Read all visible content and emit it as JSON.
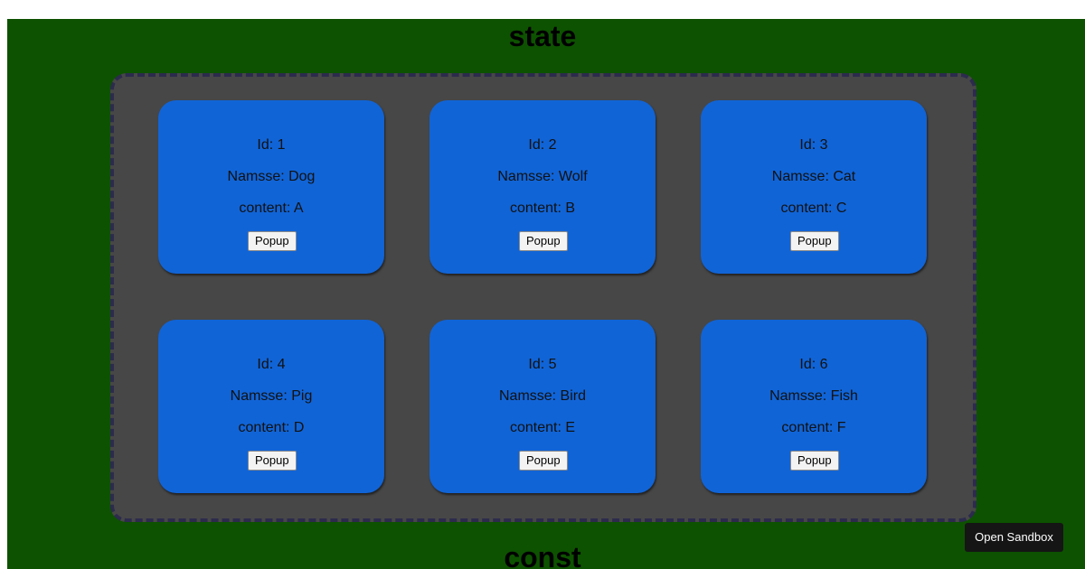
{
  "headings": {
    "top": "state",
    "bottom": "const"
  },
  "cards": [
    {
      "id_text": "Id: 1",
      "name_text": "Namsse: Dog",
      "content_text": "content: A",
      "button_label": "Popup"
    },
    {
      "id_text": "Id: 2",
      "name_text": "Namsse: Wolf",
      "content_text": "content: B",
      "button_label": "Popup"
    },
    {
      "id_text": "Id: 3",
      "name_text": "Namsse: Cat",
      "content_text": "content: C",
      "button_label": "Popup"
    },
    {
      "id_text": "Id: 4",
      "name_text": "Namsse: Pig",
      "content_text": "content: D",
      "button_label": "Popup"
    },
    {
      "id_text": "Id: 5",
      "name_text": "Namsse: Bird",
      "content_text": "content: E",
      "button_label": "Popup"
    },
    {
      "id_text": "Id: 6",
      "name_text": "Namsse: Fish",
      "content_text": "content: F",
      "button_label": "Popup"
    }
  ],
  "sandbox_button": {
    "label": "Open Sandbox"
  },
  "colors": {
    "page_background": "#0d5200",
    "panel_background": "#474747",
    "panel_border": "#2c2b4d",
    "card_background": "#1164d6",
    "sandbox_button_background": "#151515"
  }
}
